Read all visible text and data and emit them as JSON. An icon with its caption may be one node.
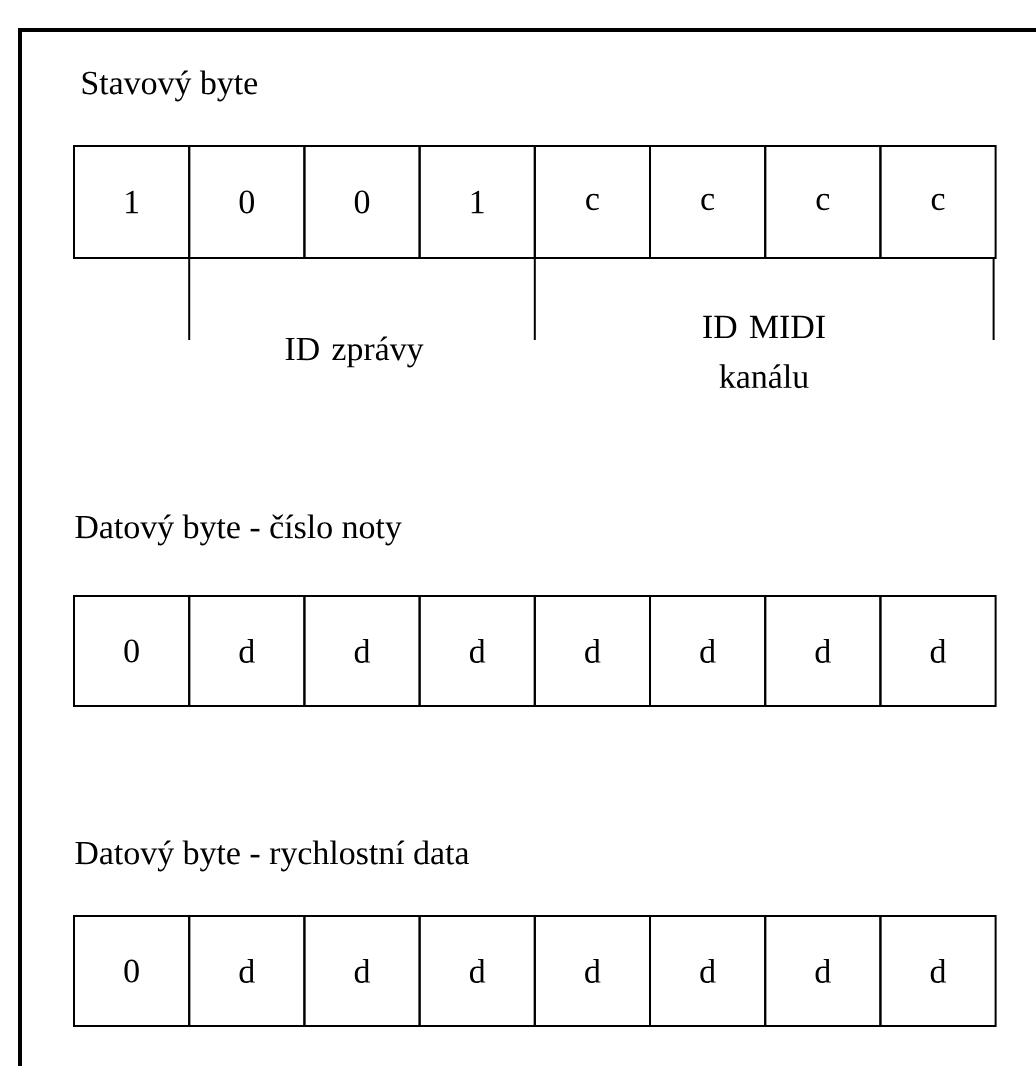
{
  "diagram": {
    "nodes": [
      {
        "text": [
          "1"
        ]
      },
      {
        "text": [
          "0"
        ]
      },
      {
        "text": [
          "0"
        ]
      },
      {
        "text": [
          "1"
        ]
      },
      {
        "text": [
          "c"
        ]
      },
      {
        "text": [
          "c"
        ]
      },
      {
        "text": [
          "c"
        ]
      },
      {
        "text": [
          "c"
        ]
      },
      {
        "text": [
          "0"
        ]
      },
      {
        "text": [
          "d"
        ]
      },
      {
        "text": [
          "d"
        ]
      },
      {
        "text": [
          "d"
        ]
      },
      {
        "text": [
          "d"
        ]
      },
      {
        "text": [
          "d"
        ]
      },
      {
        "text": [
          "d"
        ]
      },
      {
        "text": [
          "d"
        ]
      },
      {
        "text": [
          "0"
        ]
      },
      {
        "text": [
          "d"
        ]
      },
      {
        "text": [
          "d"
        ]
      },
      {
        "text": [
          "d"
        ]
      },
      {
        "text": [
          "d"
        ]
      },
      {
        "text": [
          "d"
        ]
      },
      {
        "text": [
          "d"
        ]
      },
      {
        "text": [
          "d"
        ]
      }
    ],
    "labels": [
      "Stavový byte",
      "ID zprávy",
      "ID MIDI kanálu",
      "Datový byte - číslo noty",
      "Datový byte - rychlostní data"
    ]
  }
}
